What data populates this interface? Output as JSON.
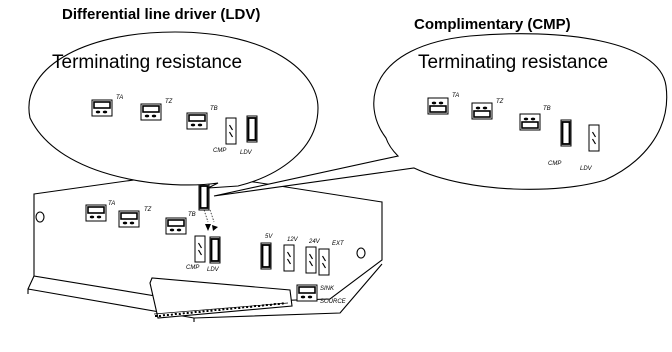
{
  "ldv_header": "Differential line driver (LDV)",
  "cmp_header": "Complimentary (CMP)",
  "ldv_subtitle": "Terminating resistance",
  "cmp_subtitle": "Terminating resistance",
  "labels": {
    "ta": "TA",
    "tz": "TZ",
    "tb": "TB",
    "cmp": "CMP",
    "ldv": "LDV",
    "v5": "5V",
    "v12": "12V",
    "v24": "24V",
    "ext": "EXT",
    "sink": "SINK",
    "source": "SOURCE"
  }
}
